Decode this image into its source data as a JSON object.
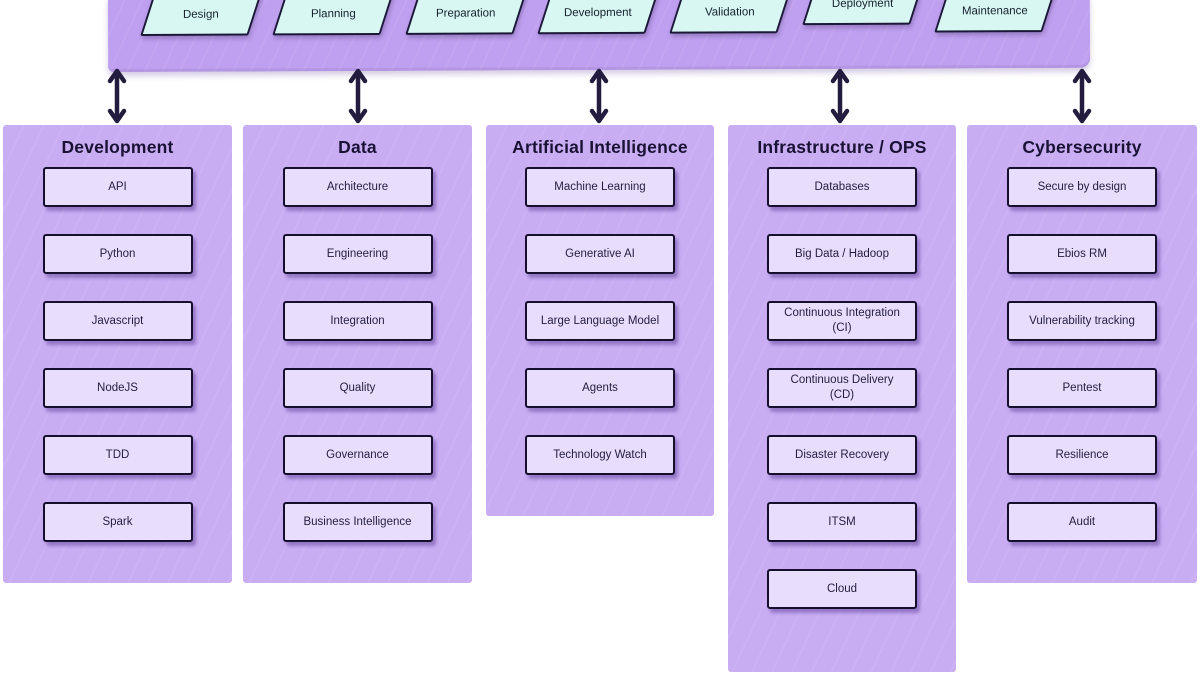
{
  "diagram": {
    "phases": [
      "Design",
      "Planning",
      "Preparation",
      "Development",
      "Validation",
      "Deployment",
      "Maintenance"
    ],
    "columns": [
      {
        "title": "Development",
        "items": [
          "API",
          "Python",
          "Javascript",
          "NodeJS",
          "TDD",
          "Spark"
        ]
      },
      {
        "title": "Data",
        "items": [
          "Architecture",
          "Engineering",
          "Integration",
          "Quality",
          "Governance",
          "Business Intelligence"
        ]
      },
      {
        "title": "Artificial Intelligence",
        "items": [
          "Machine Learning",
          "Generative AI",
          "Large Language Model",
          "Agents",
          "Technology Watch"
        ]
      },
      {
        "title": "Infrastructure / OPS",
        "items": [
          "Databases",
          "Big Data / Hadoop",
          "Continuous Integration (CI)",
          "Continuous Delivery (CD)",
          "Disaster Recovery",
          "ITSM",
          "Cloud"
        ]
      },
      {
        "title": "Cybersecurity",
        "items": [
          "Secure by design",
          "Ebios RM",
          "Vulnerability tracking",
          "Pentest",
          "Resilience",
          "Audit"
        ]
      }
    ],
    "colors": {
      "bar_fill": "#bf9ff0",
      "panel_fill": "#c9adf3",
      "box_fill": "#e9ddfc",
      "box_border": "#150f2d",
      "phase_fill": "#d8f7f3",
      "arrow": "#241c3e",
      "text": "#1a1235"
    }
  }
}
